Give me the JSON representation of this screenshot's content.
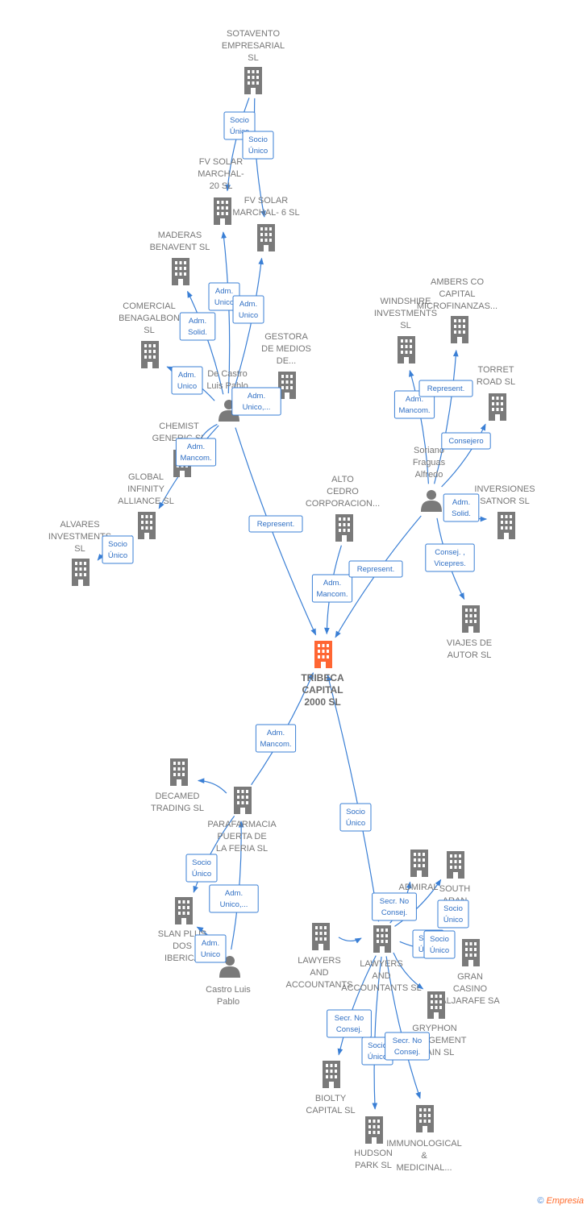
{
  "colors": {
    "building": "#7a7a7a",
    "main_building": "#ff6633",
    "person": "#7a7a7a",
    "edge": "#3a7fd5",
    "label": "#777777"
  },
  "nodes": [
    {
      "id": "sotavento",
      "type": "company",
      "label": [
        "SOTAVENTO",
        "EMPRESARIAL",
        "SL"
      ]
    },
    {
      "id": "fvsolar20",
      "type": "company",
      "label": [
        "FV SOLAR",
        "MARCHAL-",
        "20 SL"
      ]
    },
    {
      "id": "fvsolar6",
      "type": "company",
      "label": [
        "FV SOLAR",
        "MARCHAL- 6 SL"
      ]
    },
    {
      "id": "maderas",
      "type": "company",
      "label": [
        "MADERAS",
        "BENAVENT SL"
      ]
    },
    {
      "id": "comercial",
      "type": "company",
      "label": [
        "COMERCIAL",
        "BENAGALBON",
        "SL"
      ]
    },
    {
      "id": "gestora",
      "type": "company",
      "label": [
        "GESTORA",
        "DE MEDIOS",
        "DE..."
      ]
    },
    {
      "id": "decastro",
      "type": "person",
      "label": [
        "De Castro",
        "Luis Pablo"
      ]
    },
    {
      "id": "chemist",
      "type": "company",
      "label": [
        "CHEMIST",
        "GENERIC SL"
      ]
    },
    {
      "id": "global",
      "type": "company",
      "label": [
        "GLOBAL",
        "INFINITY",
        "ALLIANCE SL"
      ]
    },
    {
      "id": "alvares",
      "type": "company",
      "label": [
        "ALVARES",
        "INVESTMENTS",
        "SL"
      ]
    },
    {
      "id": "alto",
      "type": "company",
      "label": [
        "ALTO",
        "CEDRO",
        "CORPORACION..."
      ]
    },
    {
      "id": "windshire",
      "type": "company",
      "label": [
        "WINDSHIRE",
        "INVESTMENTS",
        "SL"
      ]
    },
    {
      "id": "ambers",
      "type": "company",
      "label": [
        "AMBERS CO",
        "CAPITAL",
        "MICROFINANZAS..."
      ]
    },
    {
      "id": "torret",
      "type": "company",
      "label": [
        "TORRET",
        "ROAD SL"
      ]
    },
    {
      "id": "soriano",
      "type": "person",
      "label": [
        "Soriano",
        "Fraguas",
        "Alfredo"
      ]
    },
    {
      "id": "inversiones",
      "type": "company",
      "label": [
        "INVERSIONES",
        "SATNOR SL"
      ]
    },
    {
      "id": "viajes",
      "type": "company",
      "label": [
        "VIAJES DE",
        "AUTOR SL"
      ]
    },
    {
      "id": "tribeca",
      "type": "main",
      "label": [
        "TRIBECA",
        "CAPITAL",
        "2000 SL"
      ]
    },
    {
      "id": "decamed",
      "type": "company",
      "label": [
        "DECAMED",
        "TRADING SL"
      ]
    },
    {
      "id": "parafarmacia",
      "type": "company",
      "label": [
        "PARAFARMACIA",
        "PUERTA DE",
        "LA FERIA SL"
      ]
    },
    {
      "id": "slanplus",
      "type": "company",
      "label": [
        "SLAN PLUS",
        "DOS",
        "IBERICA"
      ]
    },
    {
      "id": "castroluis",
      "type": "person",
      "label": [
        "Castro Luis",
        "Pablo"
      ]
    },
    {
      "id": "lawyers1",
      "type": "company",
      "label": [
        "LAWYERS",
        "AND",
        "ACCOUNTANTS"
      ]
    },
    {
      "id": "lawyers2",
      "type": "company",
      "label": [
        "LAWYERS",
        "AND",
        "ACCOUNTANTS SL"
      ]
    },
    {
      "id": "admiral",
      "type": "company",
      "label": [
        "ADMIRAL"
      ]
    },
    {
      "id": "south",
      "type": "company",
      "label": [
        "SOUTH",
        "ARAN",
        "SL"
      ]
    },
    {
      "id": "grancasino",
      "type": "company",
      "label": [
        "GRAN",
        "CASINO",
        "ALJARAFE SA"
      ]
    },
    {
      "id": "gryphon",
      "type": "company",
      "label": [
        "GRYPHON",
        "MANAGEMENT",
        "SPAIN SL"
      ]
    },
    {
      "id": "biolty",
      "type": "company",
      "label": [
        "BIOLTY",
        "CAPITAL SL"
      ]
    },
    {
      "id": "hudson",
      "type": "company",
      "label": [
        "HUDSON",
        "PARK SL"
      ]
    },
    {
      "id": "immuno",
      "type": "company",
      "label": [
        "IMMUNOLOGICAL",
        "&",
        "MEDICINAL..."
      ]
    }
  ],
  "edges": [
    {
      "from": "sotavento",
      "to": "fvsolar20",
      "label": [
        "Socio",
        "Único"
      ]
    },
    {
      "from": "sotavento",
      "to": "fvsolar6",
      "label": [
        "Socio",
        "Único"
      ]
    },
    {
      "from": "decastro",
      "to": "fvsolar20",
      "label": [
        "Adm.",
        "Unico"
      ]
    },
    {
      "from": "decastro",
      "to": "fvsolar6",
      "label": [
        "Adm.",
        "Unico"
      ]
    },
    {
      "from": "decastro",
      "to": "maderas",
      "label": [
        "Adm.",
        "Solid."
      ]
    },
    {
      "from": "decastro",
      "to": "comercial",
      "label": [
        "Adm.",
        "Unico"
      ]
    },
    {
      "from": "decastro",
      "to": "gestora",
      "label": [
        "Adm.",
        "Unico,..."
      ]
    },
    {
      "from": "decastro",
      "to": "chemist",
      "label": []
    },
    {
      "from": "decastro",
      "to": "global",
      "label": [
        "Adm.",
        "Mancom."
      ]
    },
    {
      "from": "global",
      "to": "alvares",
      "label": [
        "Socio",
        "Único"
      ]
    },
    {
      "from": "decastro",
      "to": "tribeca",
      "label": [
        "Represent."
      ]
    },
    {
      "from": "alto",
      "to": "tribeca",
      "label": [
        "Adm.",
        "Mancom."
      ]
    },
    {
      "from": "soriano",
      "to": "tribeca",
      "label": [
        "Represent."
      ]
    },
    {
      "from": "soriano",
      "to": "windshire",
      "label": [
        "Adm.",
        "Mancom."
      ]
    },
    {
      "from": "soriano",
      "to": "ambers",
      "label": [
        "Represent."
      ]
    },
    {
      "from": "soriano",
      "to": "torret",
      "label": [
        "Consejero"
      ]
    },
    {
      "from": "soriano",
      "to": "inversiones",
      "label": [
        "Adm.",
        "Solid."
      ]
    },
    {
      "from": "soriano",
      "to": "viajes",
      "label": [
        "Consej. ,",
        "Vicepres."
      ]
    },
    {
      "from": "parafarmacia",
      "to": "tribeca",
      "label": [
        "Adm.",
        "Mancom."
      ]
    },
    {
      "from": "parafarmacia",
      "to": "decamed",
      "label": []
    },
    {
      "from": "parafarmacia",
      "to": "slanplus",
      "label": [
        "Socio",
        "Único"
      ]
    },
    {
      "from": "castroluis",
      "to": "parafarmacia",
      "label": [
        "Adm.",
        "Unico,..."
      ]
    },
    {
      "from": "castroluis",
      "to": "slanplus",
      "label": [
        "Adm.",
        "Unico"
      ]
    },
    {
      "from": "lawyers2",
      "to": "tribeca",
      "label": [
        "Socio",
        "Único"
      ]
    },
    {
      "from": "lawyers1",
      "to": "lawyers2",
      "label": []
    },
    {
      "from": "lawyers2",
      "to": "admiral",
      "label": [
        "Secr. No",
        "Consej."
      ]
    },
    {
      "from": "lawyers2",
      "to": "south",
      "label": [
        "Socio",
        "Único"
      ]
    },
    {
      "from": "lawyers2",
      "to": "grancasino",
      "label": [
        "Socio",
        "Único"
      ]
    },
    {
      "from": "lawyers2",
      "to": "gryphon",
      "label": [
        "Socio",
        "Único"
      ]
    },
    {
      "from": "lawyers2",
      "to": "biolty",
      "label": [
        "Secr. No",
        "Consej."
      ]
    },
    {
      "from": "lawyers2",
      "to": "hudson",
      "label": [
        "Socio",
        "Único"
      ]
    },
    {
      "from": "lawyers2",
      "to": "immuno",
      "label": [
        "Secr. No",
        "Consej."
      ]
    }
  ],
  "footer": {
    "copyright": "©",
    "brand": "Empresia"
  }
}
